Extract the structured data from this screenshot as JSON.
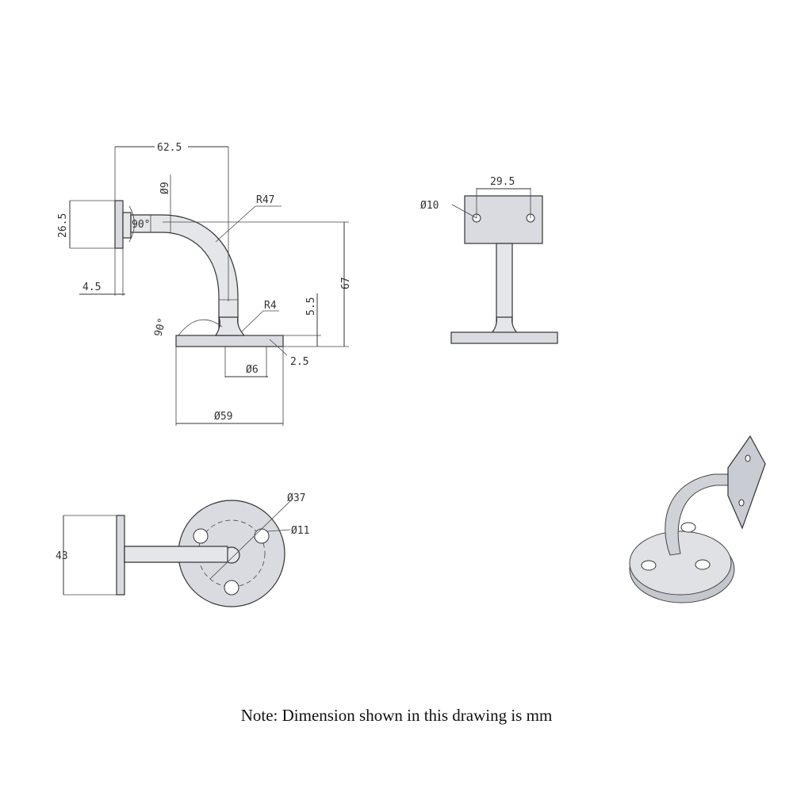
{
  "views": {
    "side": {
      "dims": {
        "width_total": "62.5",
        "tube_dia": "Ø9",
        "bend_radius": "R47",
        "wall_plate_height": "26.5",
        "angle_top": "90°",
        "plate_thickness": "4.5",
        "height_total": "67",
        "fillet_radius": "R4",
        "collar_height": "5.5",
        "angle_bottom": "90°",
        "post_dia": "Ø6",
        "base_thickness": "2.5",
        "base_dia": "Ø59"
      }
    },
    "front": {
      "dims": {
        "hole_spacing": "29.5",
        "hole_dia": "Ø10"
      }
    },
    "top": {
      "dims": {
        "pcd": "Ø37",
        "hole_dia": "Ø11",
        "plate_height": "43"
      }
    }
  },
  "note": "Note: Dimension shown in this drawing is mm"
}
